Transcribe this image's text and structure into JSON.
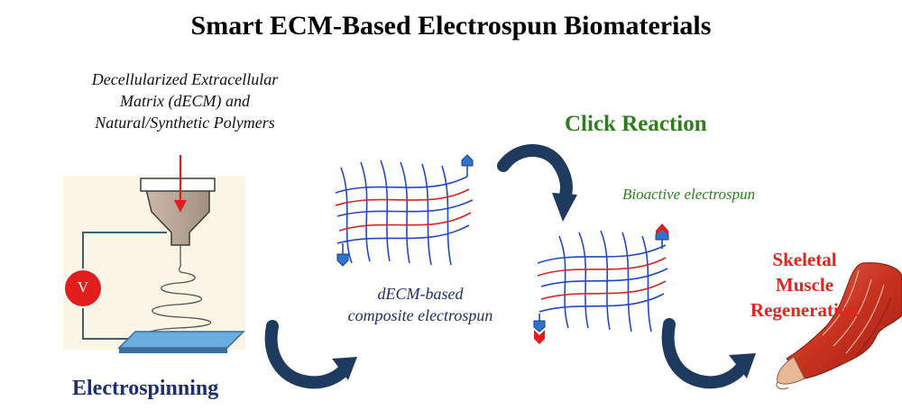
{
  "title": "Smart ECM-Based Electrospun Biomaterials",
  "materials_lines": [
    "Decellularized Extracellular",
    "Matrix (dECM) and",
    "Natural/Synthetic Polymers"
  ],
  "voltage_symbol": "V",
  "electrospinning_label": "Electrospinning",
  "composite_lines": [
    "dECM-based",
    "composite electrospun"
  ],
  "click_reaction_label": "Click Reaction",
  "bioactive_label": "Bioactive electrospun",
  "regeneration_lines": [
    "Skeletal",
    "Muscle",
    "Regeneration"
  ],
  "colors": {
    "title": "#000000",
    "navy": "#1e2e6e",
    "green": "#2e7d1e",
    "red": "#e0261f",
    "fiber_blue": "#2447c4",
    "fiber_red": "#d6262a",
    "arrow": "#1f3a5f"
  }
}
